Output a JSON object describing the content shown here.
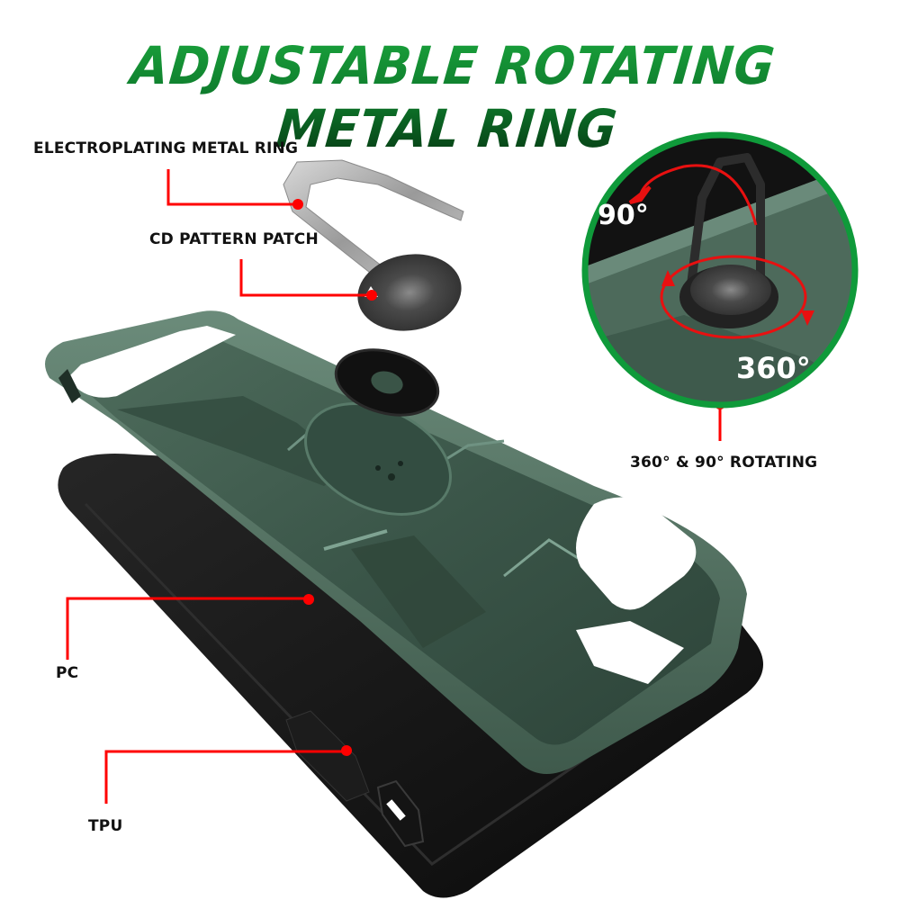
{
  "title": "ADJUSTABLE ROTATING METAL RING",
  "callouts": {
    "metal_ring": "ELECTROPLATING METAL RING",
    "cd_patch": "CD PATTERN PATCH",
    "pc": "PC",
    "tpu": "TPU",
    "rotating": "360° & 90°  ROTATING"
  },
  "detail": {
    "angle_tilt": "90°",
    "angle_spin": "360°"
  },
  "colors": {
    "title_green": "#0e7a2c",
    "detail_border": "#0f9a3a",
    "callout_red": "#ff0000",
    "case_green": "#3e5a4c",
    "tpu_black": "#111111"
  }
}
